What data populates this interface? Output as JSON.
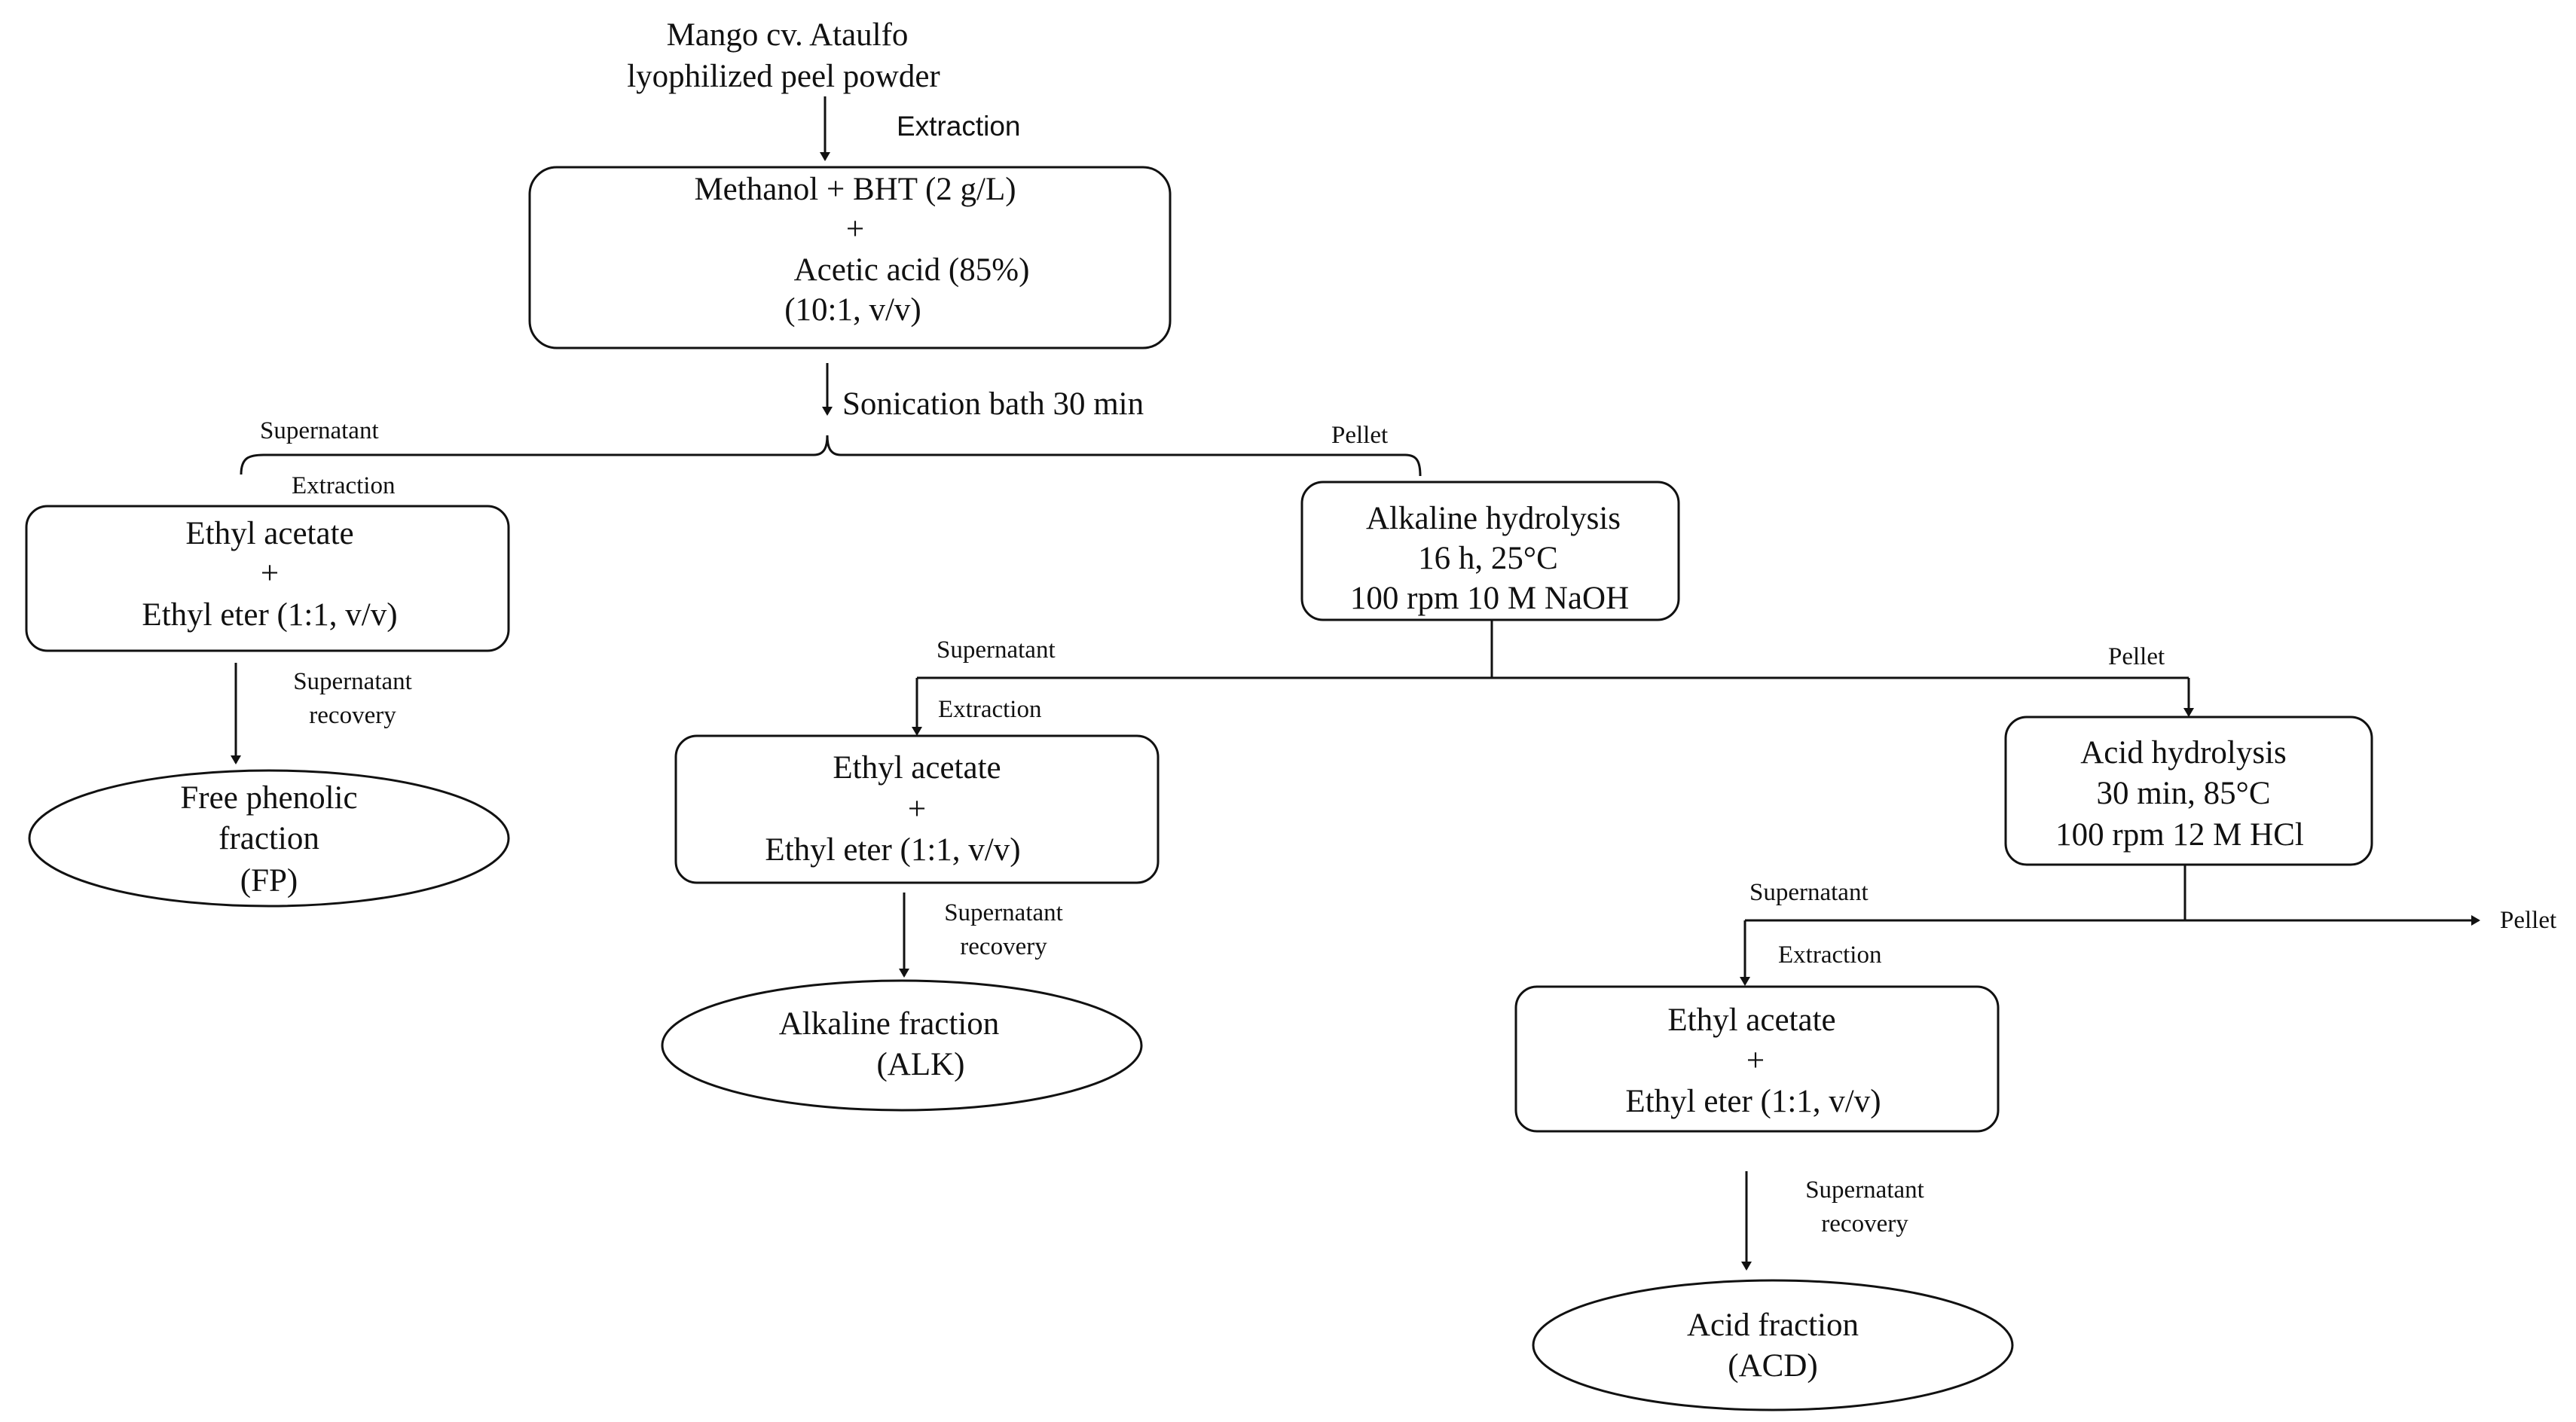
{
  "start": {
    "line1": "Mango cv. Ataulfo",
    "line2": "lyophilized  peel powder"
  },
  "step1_label": "Extraction",
  "box_methanol": {
    "line1": "Methanol + BHT (2 g/L)",
    "line2": "+",
    "line3": "Acetic acid  (85%)",
    "line4": "(10:1, v/v)"
  },
  "sonication_label": "Sonication bath  30 min",
  "branch1": {
    "supernatant": "Supernatant",
    "pellet": "Pellet",
    "extraction": "Extraction"
  },
  "box_free_solvent": {
    "line1": "Ethyl acetate",
    "line2": "+",
    "line3": "Ethyl eter (1:1, v/v)"
  },
  "recovery1": {
    "line1": "Supernatant",
    "line2": "recovery"
  },
  "ellipse_fp": {
    "line1": "Free phenolic",
    "line2": "fraction",
    "line3": "(FP)"
  },
  "box_alkaline": {
    "line1": "Alkaline  hydrolysis",
    "line2": "16 h, 25°C",
    "line3": "100 rpm 10 M NaOH"
  },
  "branch2": {
    "supernatant": "Supernatant",
    "pellet": "Pellet",
    "extraction": "Extraction"
  },
  "box_alk_solvent": {
    "line1": "Ethyl acetate",
    "line2": "+",
    "line3": "Ethyl eter (1:1, v/v)"
  },
  "recovery2": {
    "line1": "Supernatant",
    "line2": "recovery"
  },
  "ellipse_alk": {
    "line1": "Alkaline  fraction",
    "line2": "(ALK)"
  },
  "box_acid": {
    "line1": "Acid hydrolysis",
    "line2": "30 min,  85°C",
    "line3": "100 rpm 12 M HCl"
  },
  "branch3": {
    "supernatant": "Supernatant",
    "pellet": "Pellet",
    "extraction": "Extraction"
  },
  "box_acd_solvent": {
    "line1": "Ethyl acetate",
    "line2": "+",
    "line3": "Ethyl eter (1:1, v/v)"
  },
  "recovery3": {
    "line1": "Supernatant",
    "line2": "recovery"
  },
  "ellipse_acd": {
    "line1": "Acid fraction",
    "line2": "(ACD)"
  }
}
